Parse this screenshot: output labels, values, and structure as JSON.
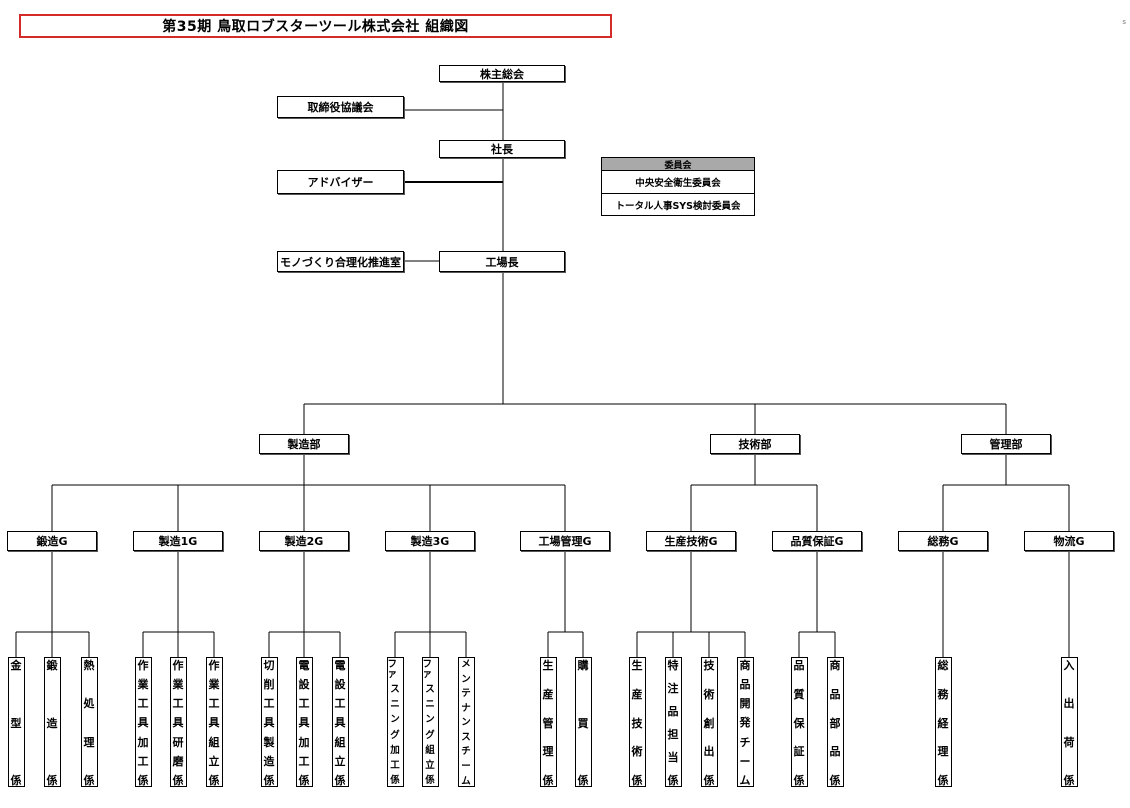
{
  "title": "第35期 鳥取ロブスターツール株式会社 組織図",
  "corner_mark": "s",
  "top": {
    "shareholders": "株主総会",
    "board": "取締役協議会",
    "president": "社長",
    "advisor": "アドバイザー",
    "monodukuri": "モノづくり合理化推進室",
    "plant_manager": "工場長"
  },
  "committee": {
    "header": "委員会",
    "items": [
      "中央安全衛生委員会",
      "トータル人事SYS検討委員会"
    ]
  },
  "departments": [
    "製造部",
    "技術部",
    "管理部"
  ],
  "groups": [
    "鍛造G",
    "製造1G",
    "製造2G",
    "製造3G",
    "工場管理G",
    "生産技術G",
    "品質保証G",
    "総務G",
    "物流G"
  ],
  "sections": [
    "金 型 係",
    "鍛 造 係",
    "熱 処 理 係",
    "作 業 工 具 加 工 係",
    "作 業 工 具 研 磨 係",
    "作 業 工 具 組 立 係",
    "切 削 工 具 製 造 係",
    "電 設 工 具 加 工 係",
    "電 設 工 具 組 立 係",
    "ファ ス ニ ン グ 加 工 係",
    "ファ ス ニ ン グ 組 立 係",
    "メ ン テ ナ ン ス チ ー ム",
    "生 産 管 理 係",
    "購 買 係",
    "生 産 技 術 係",
    "特 注 品 担 当 係",
    "技 術 創 出 係",
    "商 品 開 発 チ ー ム",
    "品 質 保 証 係",
    "商 品 部 品 係",
    "総 務 経 理 係",
    "入 出 荷 係"
  ]
}
